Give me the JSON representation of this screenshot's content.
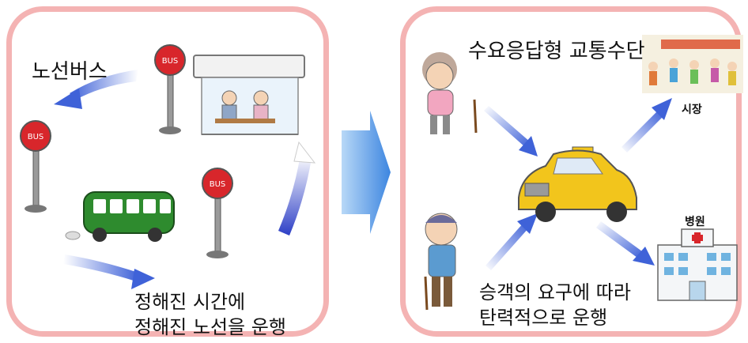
{
  "left": {
    "title": "노선버스",
    "caption_line1": "정해진 시간에",
    "caption_line2": "정해진 노선을 운행",
    "bus_sign": "BUS"
  },
  "right": {
    "title": "수요응답형 교통수단",
    "market_label": "시장",
    "hospital_label": "병원",
    "caption_line1": "승객의 요구에 따라",
    "caption_line2": "탄력적으로 운행"
  },
  "colors": {
    "panel_border": "#f4b3b3",
    "arrow_blue": "#3f62d8",
    "bus_green": "#2e8b2e",
    "sign_red": "#d8262b",
    "taxi_yellow": "#f2c51c"
  }
}
